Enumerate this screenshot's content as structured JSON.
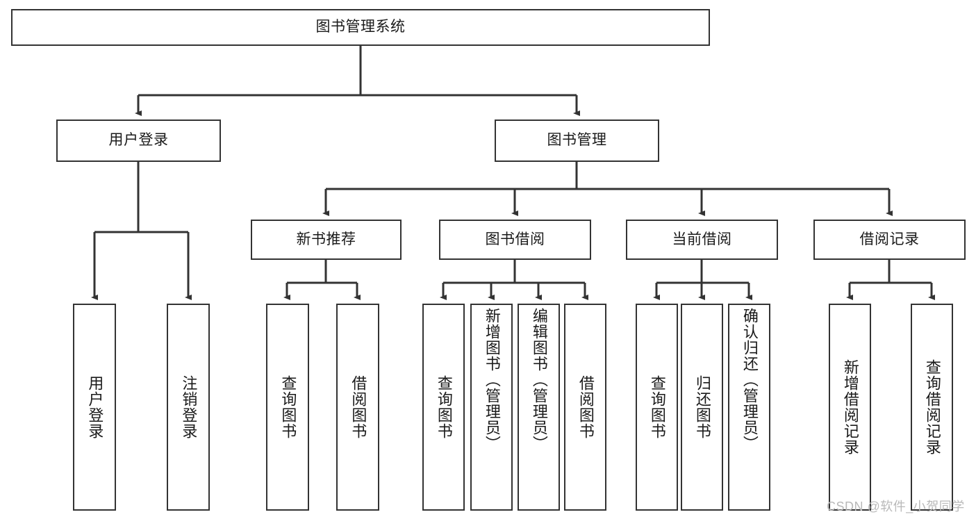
{
  "diagram": {
    "type": "tree-hierarchy-chart",
    "title": "图书管理系统",
    "nodes": {
      "root": {
        "label": "图书管理系统"
      },
      "level2": [
        {
          "id": "user-login",
          "label": "用户登录"
        },
        {
          "id": "book-management",
          "label": "图书管理"
        }
      ],
      "level3": [
        {
          "id": "new-book-recommend",
          "label": "新书推荐"
        },
        {
          "id": "book-borrow",
          "label": "图书借阅"
        },
        {
          "id": "current-borrow",
          "label": "当前借阅"
        },
        {
          "id": "borrow-record",
          "label": "借阅记录"
        }
      ],
      "leaves": {
        "user_login": [
          {
            "id": "leaf-user-login",
            "label": "用户登录"
          },
          {
            "id": "leaf-logout-login",
            "label": "注销登录"
          }
        ],
        "new_book_recommend": [
          {
            "id": "leaf-query-book-1",
            "label": "查询图书"
          },
          {
            "id": "leaf-borrow-book-1",
            "label": "借阅图书"
          }
        ],
        "book_borrow": [
          {
            "id": "leaf-query-book-2",
            "label": "查询图书"
          },
          {
            "id": "leaf-add-book",
            "label": "新增图书（管理员）"
          },
          {
            "id": "leaf-edit-book",
            "label": "编辑图书（管理员）"
          },
          {
            "id": "leaf-borrow-book-2",
            "label": "借阅图书"
          }
        ],
        "current_borrow": [
          {
            "id": "leaf-query-book-3",
            "label": "查询图书"
          },
          {
            "id": "leaf-return-book",
            "label": "归还图书"
          },
          {
            "id": "leaf-confirm-return",
            "label": "确认归还（管理员）"
          }
        ],
        "borrow_record": [
          {
            "id": "leaf-add-borrow-record",
            "label": "新增借阅记录"
          },
          {
            "id": "leaf-query-borrow-record",
            "label": "查询借阅记录"
          }
        ]
      }
    },
    "colors": {
      "background": "#ffffff",
      "node_fill": "#ffffff",
      "node_border": "#333333",
      "edge": "#333333",
      "text": "#1a1a1a",
      "watermark": "#b9b9b9"
    }
  },
  "watermark": {
    "text": "CSDN @软件_小贺同学"
  }
}
